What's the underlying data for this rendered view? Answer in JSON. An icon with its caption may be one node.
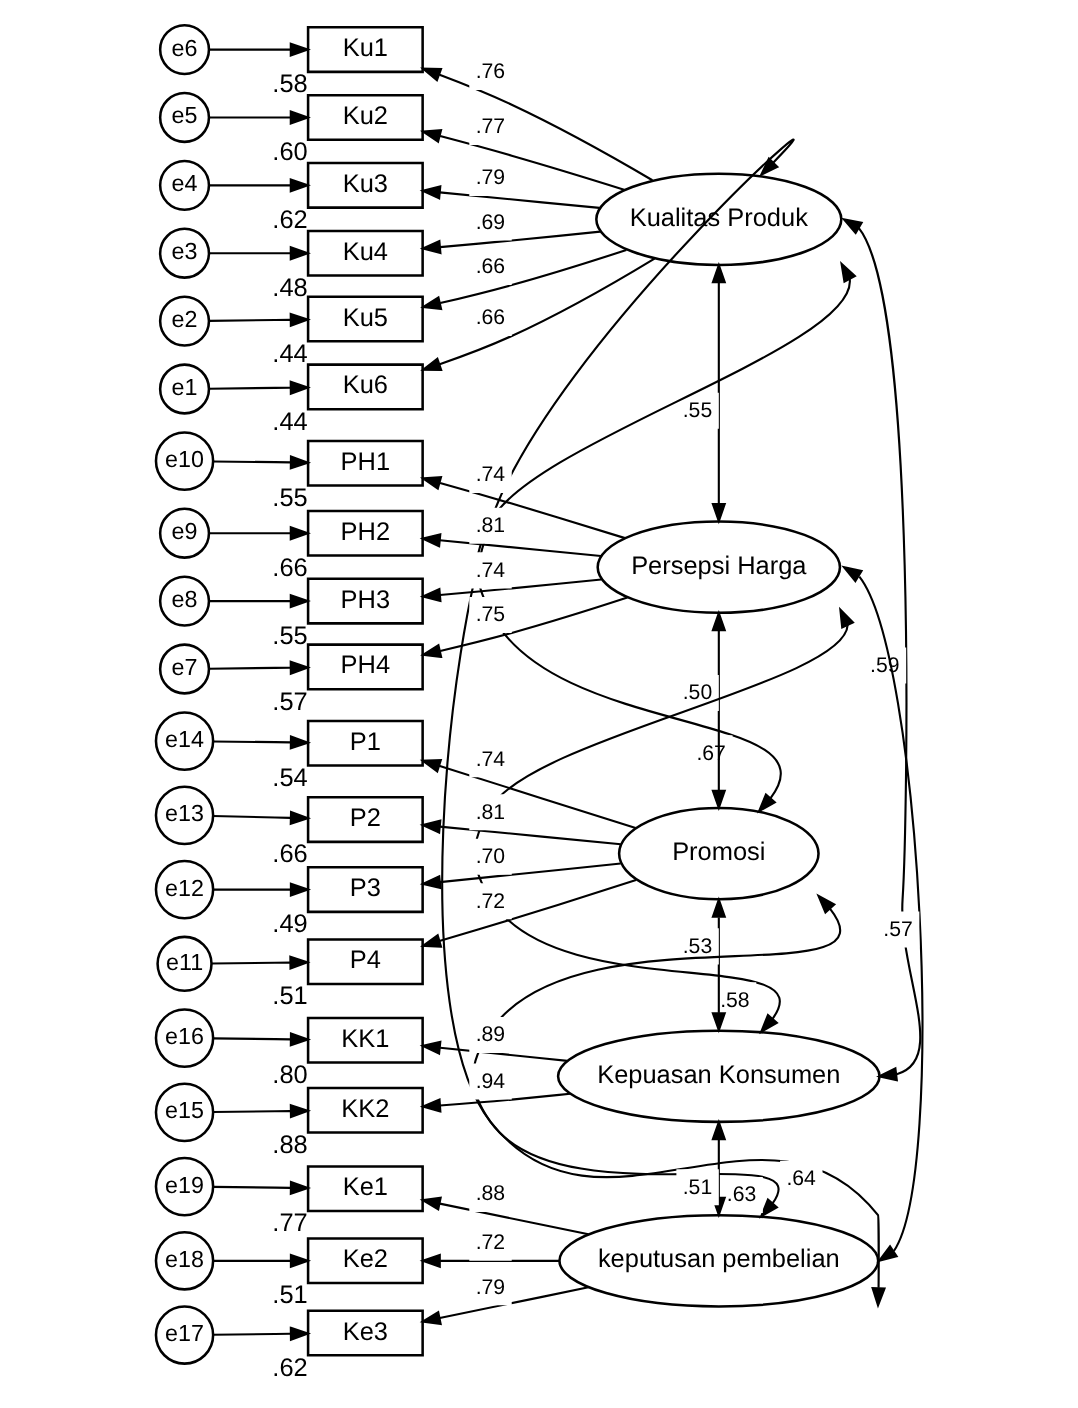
{
  "diagram": {
    "nodes": [
      {
        "text": [
          "Kualitas Produk"
        ]
      },
      {
        "text": [
          "Persepsi Harga"
        ]
      },
      {
        "text": [
          "Promosi"
        ]
      },
      {
        "text": [
          "Kepuasan Konsumen"
        ]
      },
      {
        "text": [
          "keputusan pembelian"
        ]
      },
      {
        "text": [
          "Ku1"
        ],
        "beside": [
          ".58"
        ]
      },
      {
        "text": [
          "Ku2"
        ],
        "beside": [
          ".60"
        ]
      },
      {
        "text": [
          "Ku3"
        ],
        "beside": [
          ".62"
        ]
      },
      {
        "text": [
          "Ku4"
        ],
        "beside": [
          ".48"
        ]
      },
      {
        "text": [
          "Ku5"
        ],
        "beside": [
          ".44"
        ]
      },
      {
        "text": [
          "Ku6"
        ],
        "beside": [
          ".44"
        ]
      },
      {
        "text": [
          "PH1"
        ],
        "beside": [
          ".55"
        ]
      },
      {
        "text": [
          "PH2"
        ],
        "beside": [
          ".66"
        ]
      },
      {
        "text": [
          "PH3"
        ],
        "beside": [
          ".55"
        ]
      },
      {
        "text": [
          "PH4"
        ],
        "beside": [
          ".57"
        ]
      },
      {
        "text": [
          "P1"
        ],
        "beside": [
          ".54"
        ]
      },
      {
        "text": [
          "P2"
        ],
        "beside": [
          ".66"
        ]
      },
      {
        "text": [
          "P3"
        ],
        "beside": [
          ".49"
        ]
      },
      {
        "text": [
          "P4"
        ],
        "beside": [
          ".51"
        ]
      },
      {
        "text": [
          "KK1"
        ],
        "beside": [
          ".80"
        ]
      },
      {
        "text": [
          "KK2"
        ],
        "beside": [
          ".88"
        ]
      },
      {
        "text": [
          "Ke1"
        ],
        "beside": [
          ".77"
        ]
      },
      {
        "text": [
          "Ke2"
        ],
        "beside": [
          ".51"
        ]
      },
      {
        "text": [
          "Ke3"
        ],
        "beside": [
          ".62"
        ]
      },
      {
        "text": [
          "e6"
        ]
      },
      {
        "text": [
          "e5"
        ]
      },
      {
        "text": [
          "e4"
        ]
      },
      {
        "text": [
          "e3"
        ]
      },
      {
        "text": [
          "e2"
        ]
      },
      {
        "text": [
          "e1"
        ]
      },
      {
        "text": [
          "e10"
        ]
      },
      {
        "text": [
          "e9"
        ]
      },
      {
        "text": [
          "e8"
        ]
      },
      {
        "text": [
          "e7"
        ]
      },
      {
        "text": [
          "e14"
        ]
      },
      {
        "text": [
          "e13"
        ]
      },
      {
        "text": [
          "e12"
        ]
      },
      {
        "text": [
          "e11"
        ]
      },
      {
        "text": [
          "e16"
        ]
      },
      {
        "text": [
          "e15"
        ]
      },
      {
        "text": [
          "e19"
        ]
      },
      {
        "text": [
          "e18"
        ]
      },
      {
        "text": [
          "e17"
        ]
      }
    ],
    "edges": [
      {
        "from": 24,
        "to": 5,
        "arrow": "to"
      },
      {
        "from": 25,
        "to": 6,
        "arrow": "to"
      },
      {
        "from": 26,
        "to": 7,
        "arrow": "to"
      },
      {
        "from": 27,
        "to": 8,
        "arrow": "to"
      },
      {
        "from": 28,
        "to": 9,
        "arrow": "to"
      },
      {
        "from": 29,
        "to": 10,
        "arrow": "to"
      },
      {
        "from": 30,
        "to": 11,
        "arrow": "to"
      },
      {
        "from": 31,
        "to": 12,
        "arrow": "to"
      },
      {
        "from": 32,
        "to": 13,
        "arrow": "to"
      },
      {
        "from": 33,
        "to": 14,
        "arrow": "to"
      },
      {
        "from": 34,
        "to": 15,
        "arrow": "to"
      },
      {
        "from": 35,
        "to": 16,
        "arrow": "to"
      },
      {
        "from": 36,
        "to": 17,
        "arrow": "to"
      },
      {
        "from": 37,
        "to": 18,
        "arrow": "to"
      },
      {
        "from": 38,
        "to": 19,
        "arrow": "to"
      },
      {
        "from": 39,
        "to": 20,
        "arrow": "to"
      },
      {
        "from": 40,
        "to": 21,
        "arrow": "to"
      },
      {
        "from": 41,
        "to": 22,
        "arrow": "to"
      },
      {
        "from": 42,
        "to": 23,
        "arrow": "to"
      },
      {
        "from": 0,
        "to": 5,
        "arrow": "to",
        "label": ".76"
      },
      {
        "from": 0,
        "to": 6,
        "arrow": "to",
        "label": ".77"
      },
      {
        "from": 0,
        "to": 7,
        "arrow": "to",
        "label": ".79"
      },
      {
        "from": 0,
        "to": 8,
        "arrow": "to",
        "label": ".69"
      },
      {
        "from": 0,
        "to": 9,
        "arrow": "to",
        "label": ".66"
      },
      {
        "from": 0,
        "to": 10,
        "arrow": "to",
        "label": ".66"
      },
      {
        "from": 1,
        "to": 11,
        "arrow": "to",
        "label": ".74"
      },
      {
        "from": 1,
        "to": 12,
        "arrow": "to",
        "label": ".81"
      },
      {
        "from": 1,
        "to": 13,
        "arrow": "to",
        "label": ".74"
      },
      {
        "from": 1,
        "to": 14,
        "arrow": "to",
        "label": ".75"
      },
      {
        "from": 2,
        "to": 15,
        "arrow": "to",
        "label": ".74"
      },
      {
        "from": 2,
        "to": 16,
        "arrow": "to",
        "label": ".81"
      },
      {
        "from": 2,
        "to": 17,
        "arrow": "to",
        "label": ".70"
      },
      {
        "from": 2,
        "to": 18,
        "arrow": "to",
        "label": ".72"
      },
      {
        "from": 3,
        "to": 19,
        "arrow": "to",
        "label": ".89"
      },
      {
        "from": 3,
        "to": 20,
        "arrow": "to",
        "label": ".94"
      },
      {
        "from": 4,
        "to": 21,
        "arrow": "to",
        "label": ".88"
      },
      {
        "from": 4,
        "to": 22,
        "arrow": "to",
        "label": ".72"
      },
      {
        "from": 4,
        "to": 23,
        "arrow": "to",
        "label": ".79"
      },
      {
        "from": 0,
        "to": 1,
        "arrow": "both",
        "label": ".55"
      },
      {
        "from": 0,
        "to": 2,
        "arrow": "both",
        "label": ".67"
      },
      {
        "from": 0,
        "to": 3,
        "arrow": "both",
        "label": ".59"
      },
      {
        "from": 0,
        "to": 4,
        "arrow": "both",
        "label": ".64"
      },
      {
        "from": 1,
        "to": 2,
        "arrow": "both",
        "label": ".50"
      },
      {
        "from": 1,
        "to": 3,
        "arrow": "both",
        "label": ".58"
      },
      {
        "from": 1,
        "to": 4,
        "arrow": "both",
        "label": ".57"
      },
      {
        "from": 2,
        "to": 3,
        "arrow": "both",
        "label": ".53"
      },
      {
        "from": 2,
        "to": 4,
        "arrow": "both",
        "label": ".63"
      },
      {
        "from": 3,
        "to": 4,
        "arrow": "both",
        "label": ".51"
      }
    ]
  }
}
